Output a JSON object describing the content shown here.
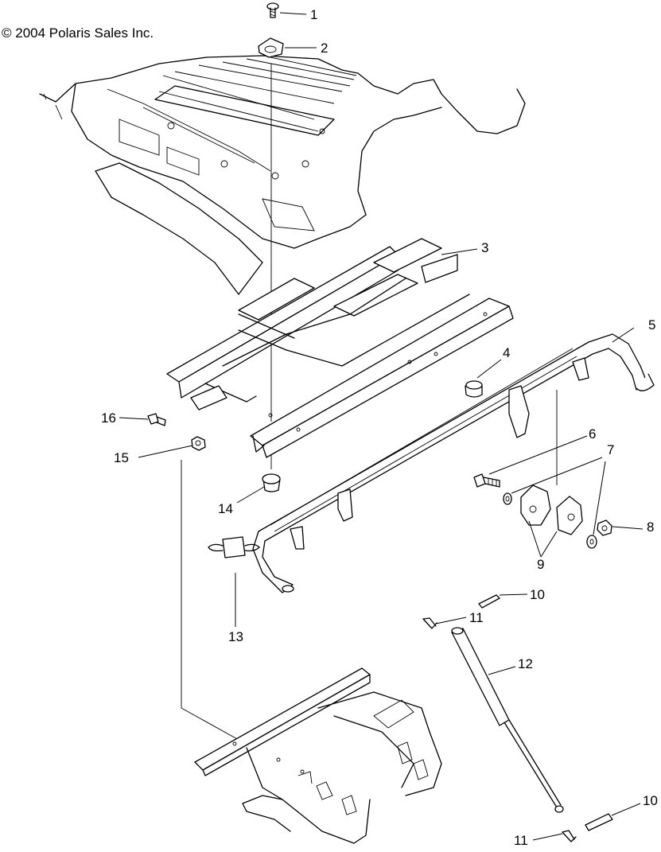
{
  "copyright": "© 2004 Polaris Sales Inc.",
  "callouts": {
    "c1": "1",
    "c2": "2",
    "c3": "3",
    "c4": "4",
    "c5": "5",
    "c6": "6",
    "c7": "7",
    "c8": "8",
    "c9": "9",
    "c10a": "10",
    "c11a": "11",
    "c12": "12",
    "c13": "13",
    "c14": "14",
    "c15": "15",
    "c16": "16",
    "c10b": "10",
    "c11b": "11"
  }
}
